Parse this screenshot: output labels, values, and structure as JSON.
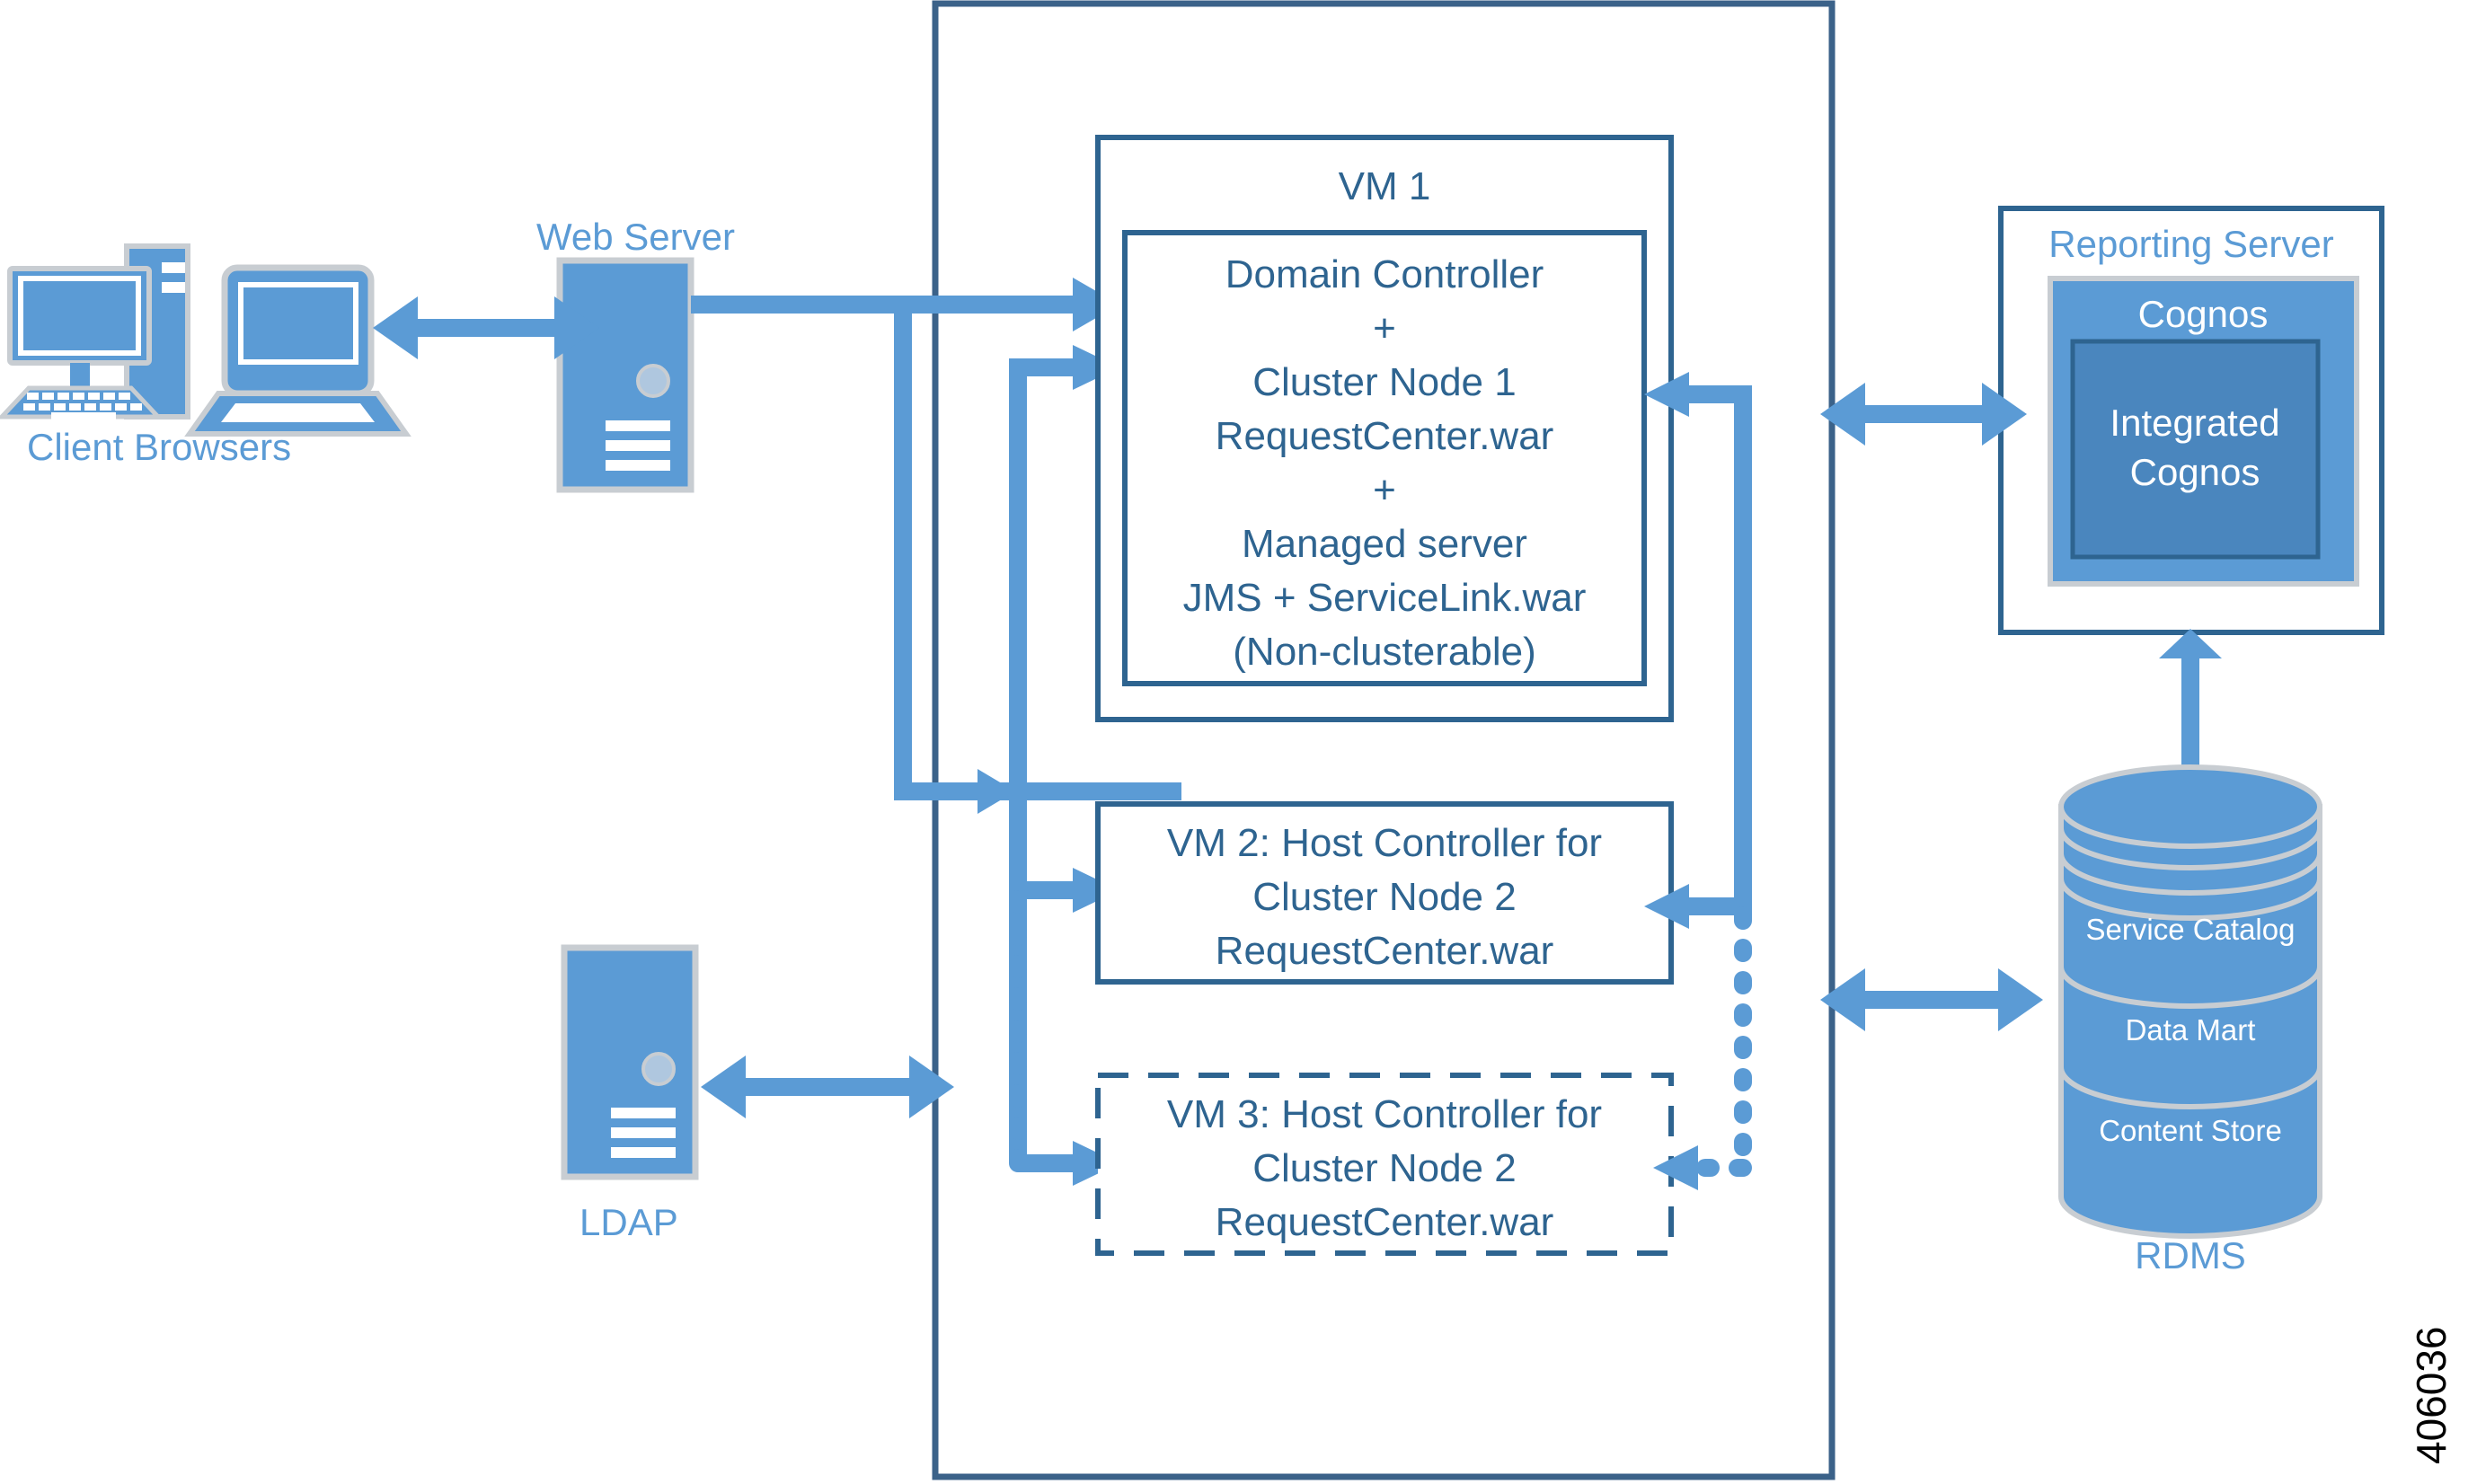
{
  "colors": {
    "accent_blue": "#5B9BD5",
    "border_blue": "#2E6490",
    "container_border": "#3B6289",
    "cognos_fill": "#5B9BD5",
    "integrated_cognos_fill": "#4A86BE",
    "icon_outline": "#C8CDD2",
    "white": "#FFFFFF",
    "black": "#000000"
  },
  "labels": {
    "client_browsers": "Client Browsers",
    "web_server": "Web Server",
    "ldap": "LDAP",
    "reporting_server": "Reporting Server",
    "rdms": "RDMS",
    "corner_number": "406036"
  },
  "vm1": {
    "title": "VM 1",
    "lines": [
      "Domain Controller",
      "+",
      "Cluster Node 1",
      "RequestCenter.war",
      "+",
      "Managed server",
      "JMS + ServiceLink.war",
      "(Non-clusterable)"
    ]
  },
  "vm2": {
    "lines": [
      "VM 2: Host Controller for",
      "Cluster Node 2",
      "RequestCenter.war"
    ]
  },
  "vm3": {
    "lines": [
      "VM 3: Host Controller for",
      "Cluster Node 2",
      "RequestCenter.war"
    ]
  },
  "cognos": {
    "outer_label": "Cognos",
    "inner_lines": [
      "Integrated",
      "Cognos"
    ]
  },
  "database": {
    "bands": [
      "Service Catalog",
      "Data Mart",
      "Content Store"
    ]
  },
  "icons": {
    "desktop": "desktop-computer-icon",
    "laptop": "laptop-icon",
    "web_server_tower": "server-tower-icon",
    "ldap_server_tower": "server-tower-icon",
    "database_cylinder": "database-cylinder-icon"
  }
}
